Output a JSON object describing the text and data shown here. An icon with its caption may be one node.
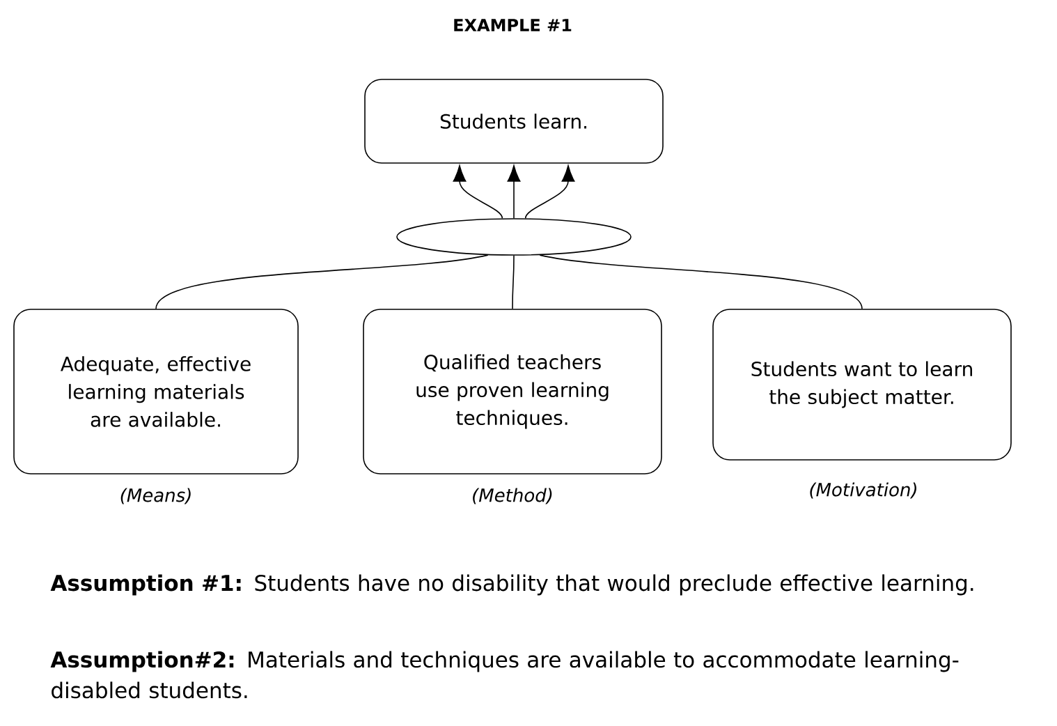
{
  "diagram": {
    "title": "EXAMPLE #1",
    "nodes": [
      {
        "text": [
          "Students learn."
        ]
      },
      {
        "text": [],
        "shape": "ellipse"
      },
      {
        "text": [
          "Adequate, effective learning materials are available."
        ],
        "beside": [
          "(Means)"
        ]
      },
      {
        "text": [
          "Qualified teachers use proven learning techniques."
        ],
        "beside": [
          "(Method)"
        ]
      },
      {
        "text": [
          "Students want to learn the subject matter."
        ],
        "beside": [
          "(Motivation)"
        ]
      }
    ],
    "edges": [
      {
        "from": 2,
        "to": 1,
        "arrow": "none"
      },
      {
        "from": 3,
        "to": 1,
        "arrow": "none"
      },
      {
        "from": 4,
        "to": 1,
        "arrow": "none"
      },
      {
        "from": 1,
        "to": 0,
        "arrow": "to"
      },
      {
        "from": 1,
        "to": 0,
        "arrow": "to"
      },
      {
        "from": 1,
        "to": 0,
        "arrow": "to"
      }
    ],
    "labels": [
      "**Assumption #1:** Students have no disability that would preclude effective learning.",
      "**Assumption#2:** Materials and techniques are available to accommodate learning-disabled students."
    ]
  }
}
